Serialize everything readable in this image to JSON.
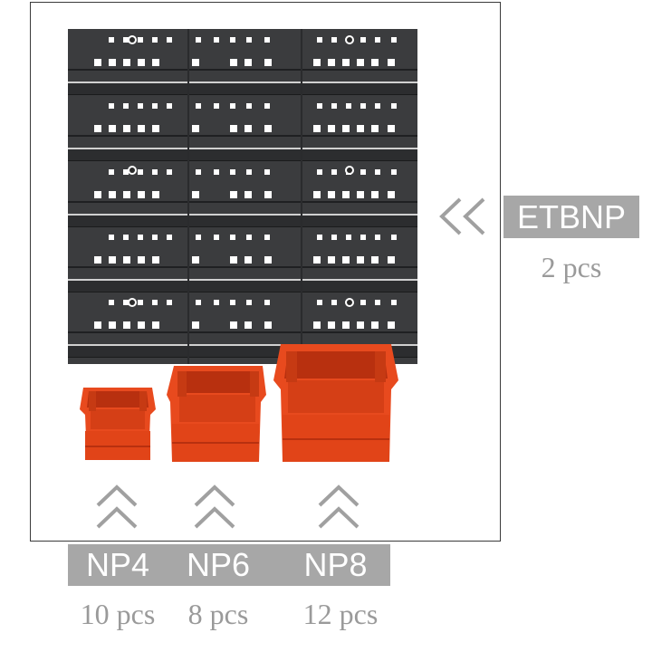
{
  "product": {
    "panel": {
      "code": "ETBNP",
      "quantity": "2 pcs"
    },
    "bins": [
      {
        "code": "NP4",
        "quantity": "10 pcs"
      },
      {
        "code": "NP6",
        "quantity": "8 pcs"
      },
      {
        "code": "NP8",
        "quantity": "12 pcs"
      }
    ]
  },
  "colors": {
    "panel": "#3b3c3e",
    "bin": "#e84a1e",
    "bin_dark": "#b8300f",
    "label_bg": "#a7a7a7",
    "count_text": "#9a9a9a",
    "arrow": "#a0a0a0"
  },
  "icons": {
    "bin_pointer": "double-chevron-up-icon",
    "panel_pointer": "double-chevron-left-icon"
  }
}
